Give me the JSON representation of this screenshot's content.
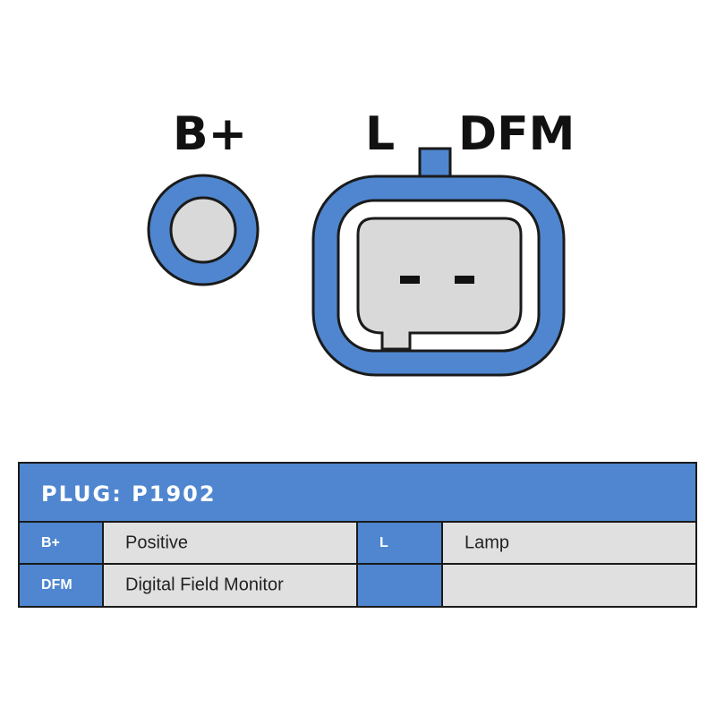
{
  "labels": {
    "b_plus": "B+",
    "l": "L",
    "dfm": "DFM"
  },
  "colors": {
    "connector_blue": "#4f86cf",
    "pin_gray": "#d9d9d9",
    "outline": "#1a1a1a"
  },
  "table": {
    "title": "PLUG: P1902",
    "rows": [
      [
        {
          "key": "B+",
          "value": "Positive"
        },
        {
          "key": "L",
          "value": "Lamp"
        }
      ],
      [
        {
          "key": "DFM",
          "value": "Digital Field Monitor"
        },
        {
          "key": "",
          "value": ""
        }
      ]
    ]
  }
}
